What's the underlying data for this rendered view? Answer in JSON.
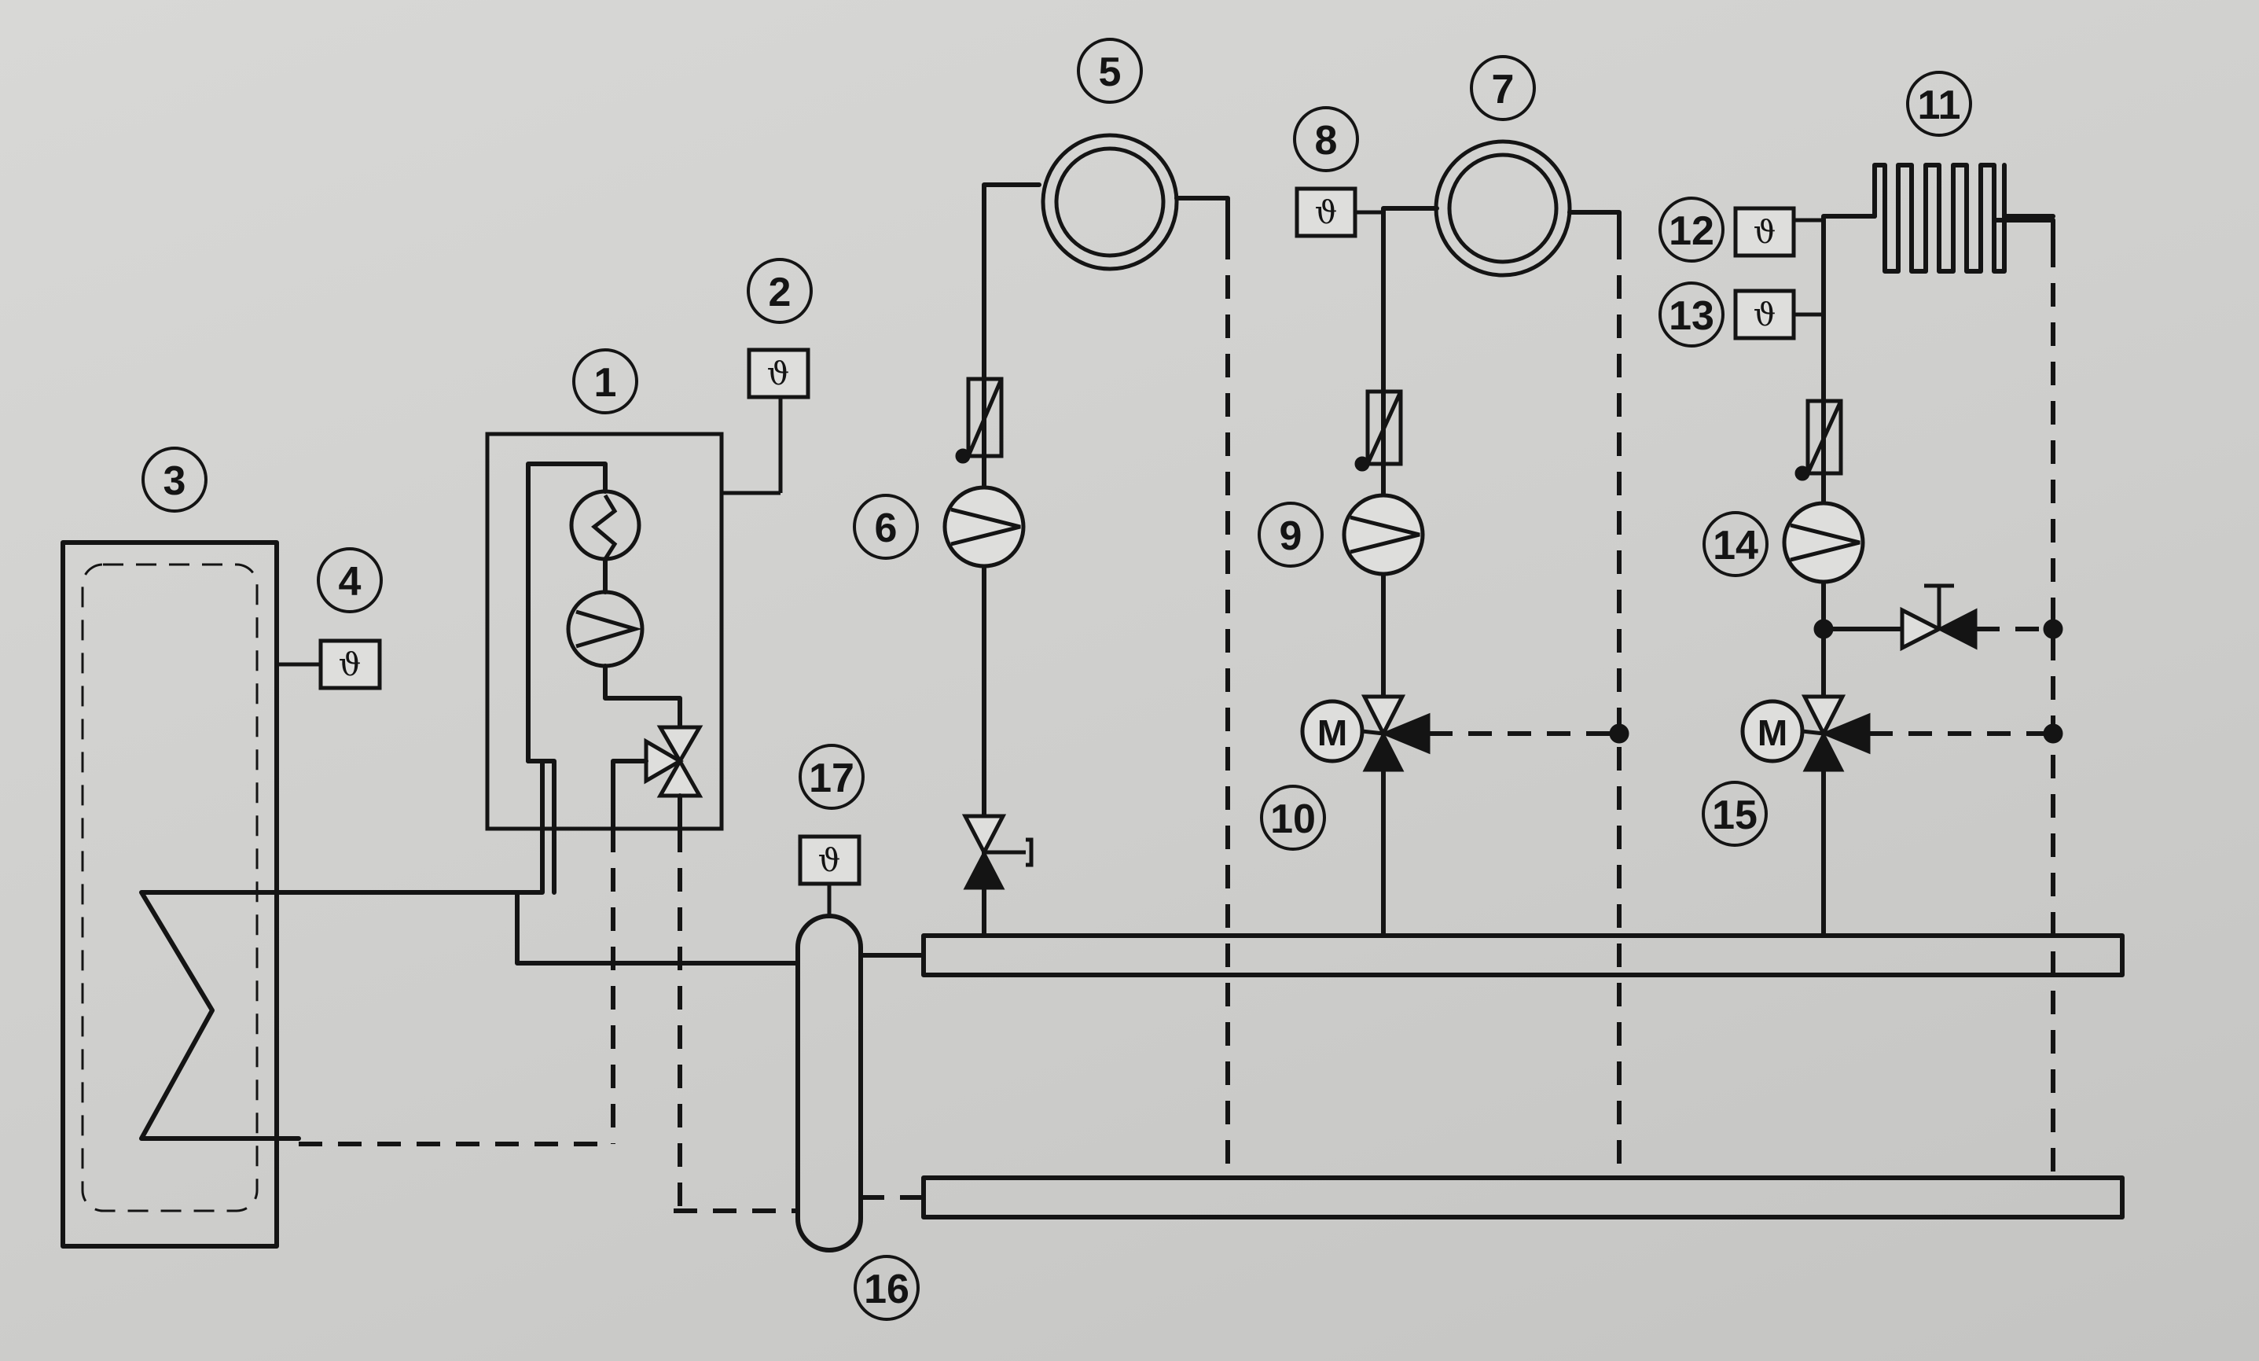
{
  "diagram": {
    "labels": [
      "1",
      "2",
      "3",
      "4",
      "5",
      "6",
      "7",
      "8",
      "9",
      "10",
      "11",
      "12",
      "13",
      "14",
      "15",
      "16",
      "17"
    ],
    "sensor_symbol": "ϑ",
    "motor_symbol": "M"
  },
  "icons": {
    "sensor": "temperature-sensor-icon",
    "pump": "circulation-pump-icon",
    "motor": "motor-actuator-icon",
    "valve": "valve-icon",
    "filter": "filter-icon",
    "radiator": "radiator-icon",
    "floor_coil": "heating-coil-icon"
  }
}
